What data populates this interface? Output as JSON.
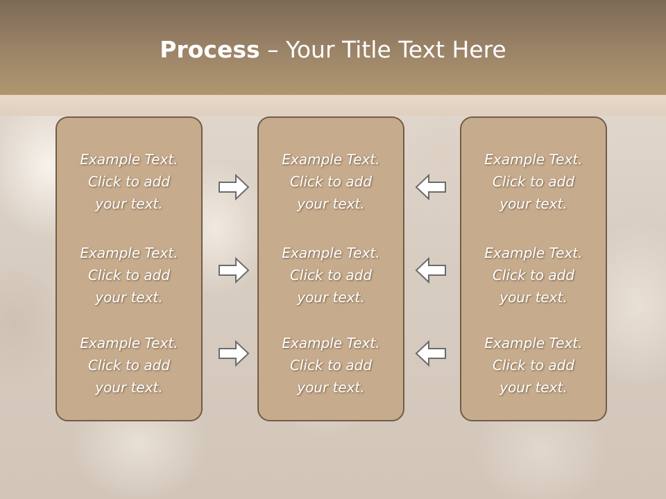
{
  "slide": {
    "title_bold": "Process",
    "title_rest": " – Your Title Text Here"
  },
  "panels": [
    {
      "items": [
        {
          "line1": "Example Text.",
          "line2": "Click  to add",
          "line3": "your text."
        },
        {
          "line1": "Example Text.",
          "line2": "Click  to add",
          "line3": "your text."
        },
        {
          "line1": "Example Text.",
          "line2": "Click  to add",
          "line3": "your text."
        }
      ]
    },
    {
      "items": [
        {
          "line1": "Example Text.",
          "line2": "Click  to add",
          "line3": "your text."
        },
        {
          "line1": "Example Text.",
          "line2": "Click  to add",
          "line3": "your text."
        },
        {
          "line1": "Example Text.",
          "line2": "Click  to add",
          "line3": "your text."
        }
      ]
    },
    {
      "items": [
        {
          "line1": "Example Text.",
          "line2": "Click  to add",
          "line3": "your text."
        },
        {
          "line1": "Example Text.",
          "line2": "Click  to add",
          "line3": "your text."
        },
        {
          "line1": "Example Text.",
          "line2": "Click  to add",
          "line3": "your text."
        }
      ]
    }
  ],
  "arrows": {
    "left_column": [
      "arrow-right-icon",
      "arrow-right-icon",
      "arrow-right-icon"
    ],
    "right_column": [
      "arrow-left-icon",
      "arrow-left-icon",
      "arrow-left-icon"
    ]
  },
  "colors": {
    "header": "#9c8468",
    "panel_fill": "#c6ab8c",
    "panel_border": "#6f5d49",
    "text": "#ffffff",
    "arrow_outline": "#6b6b6b"
  }
}
